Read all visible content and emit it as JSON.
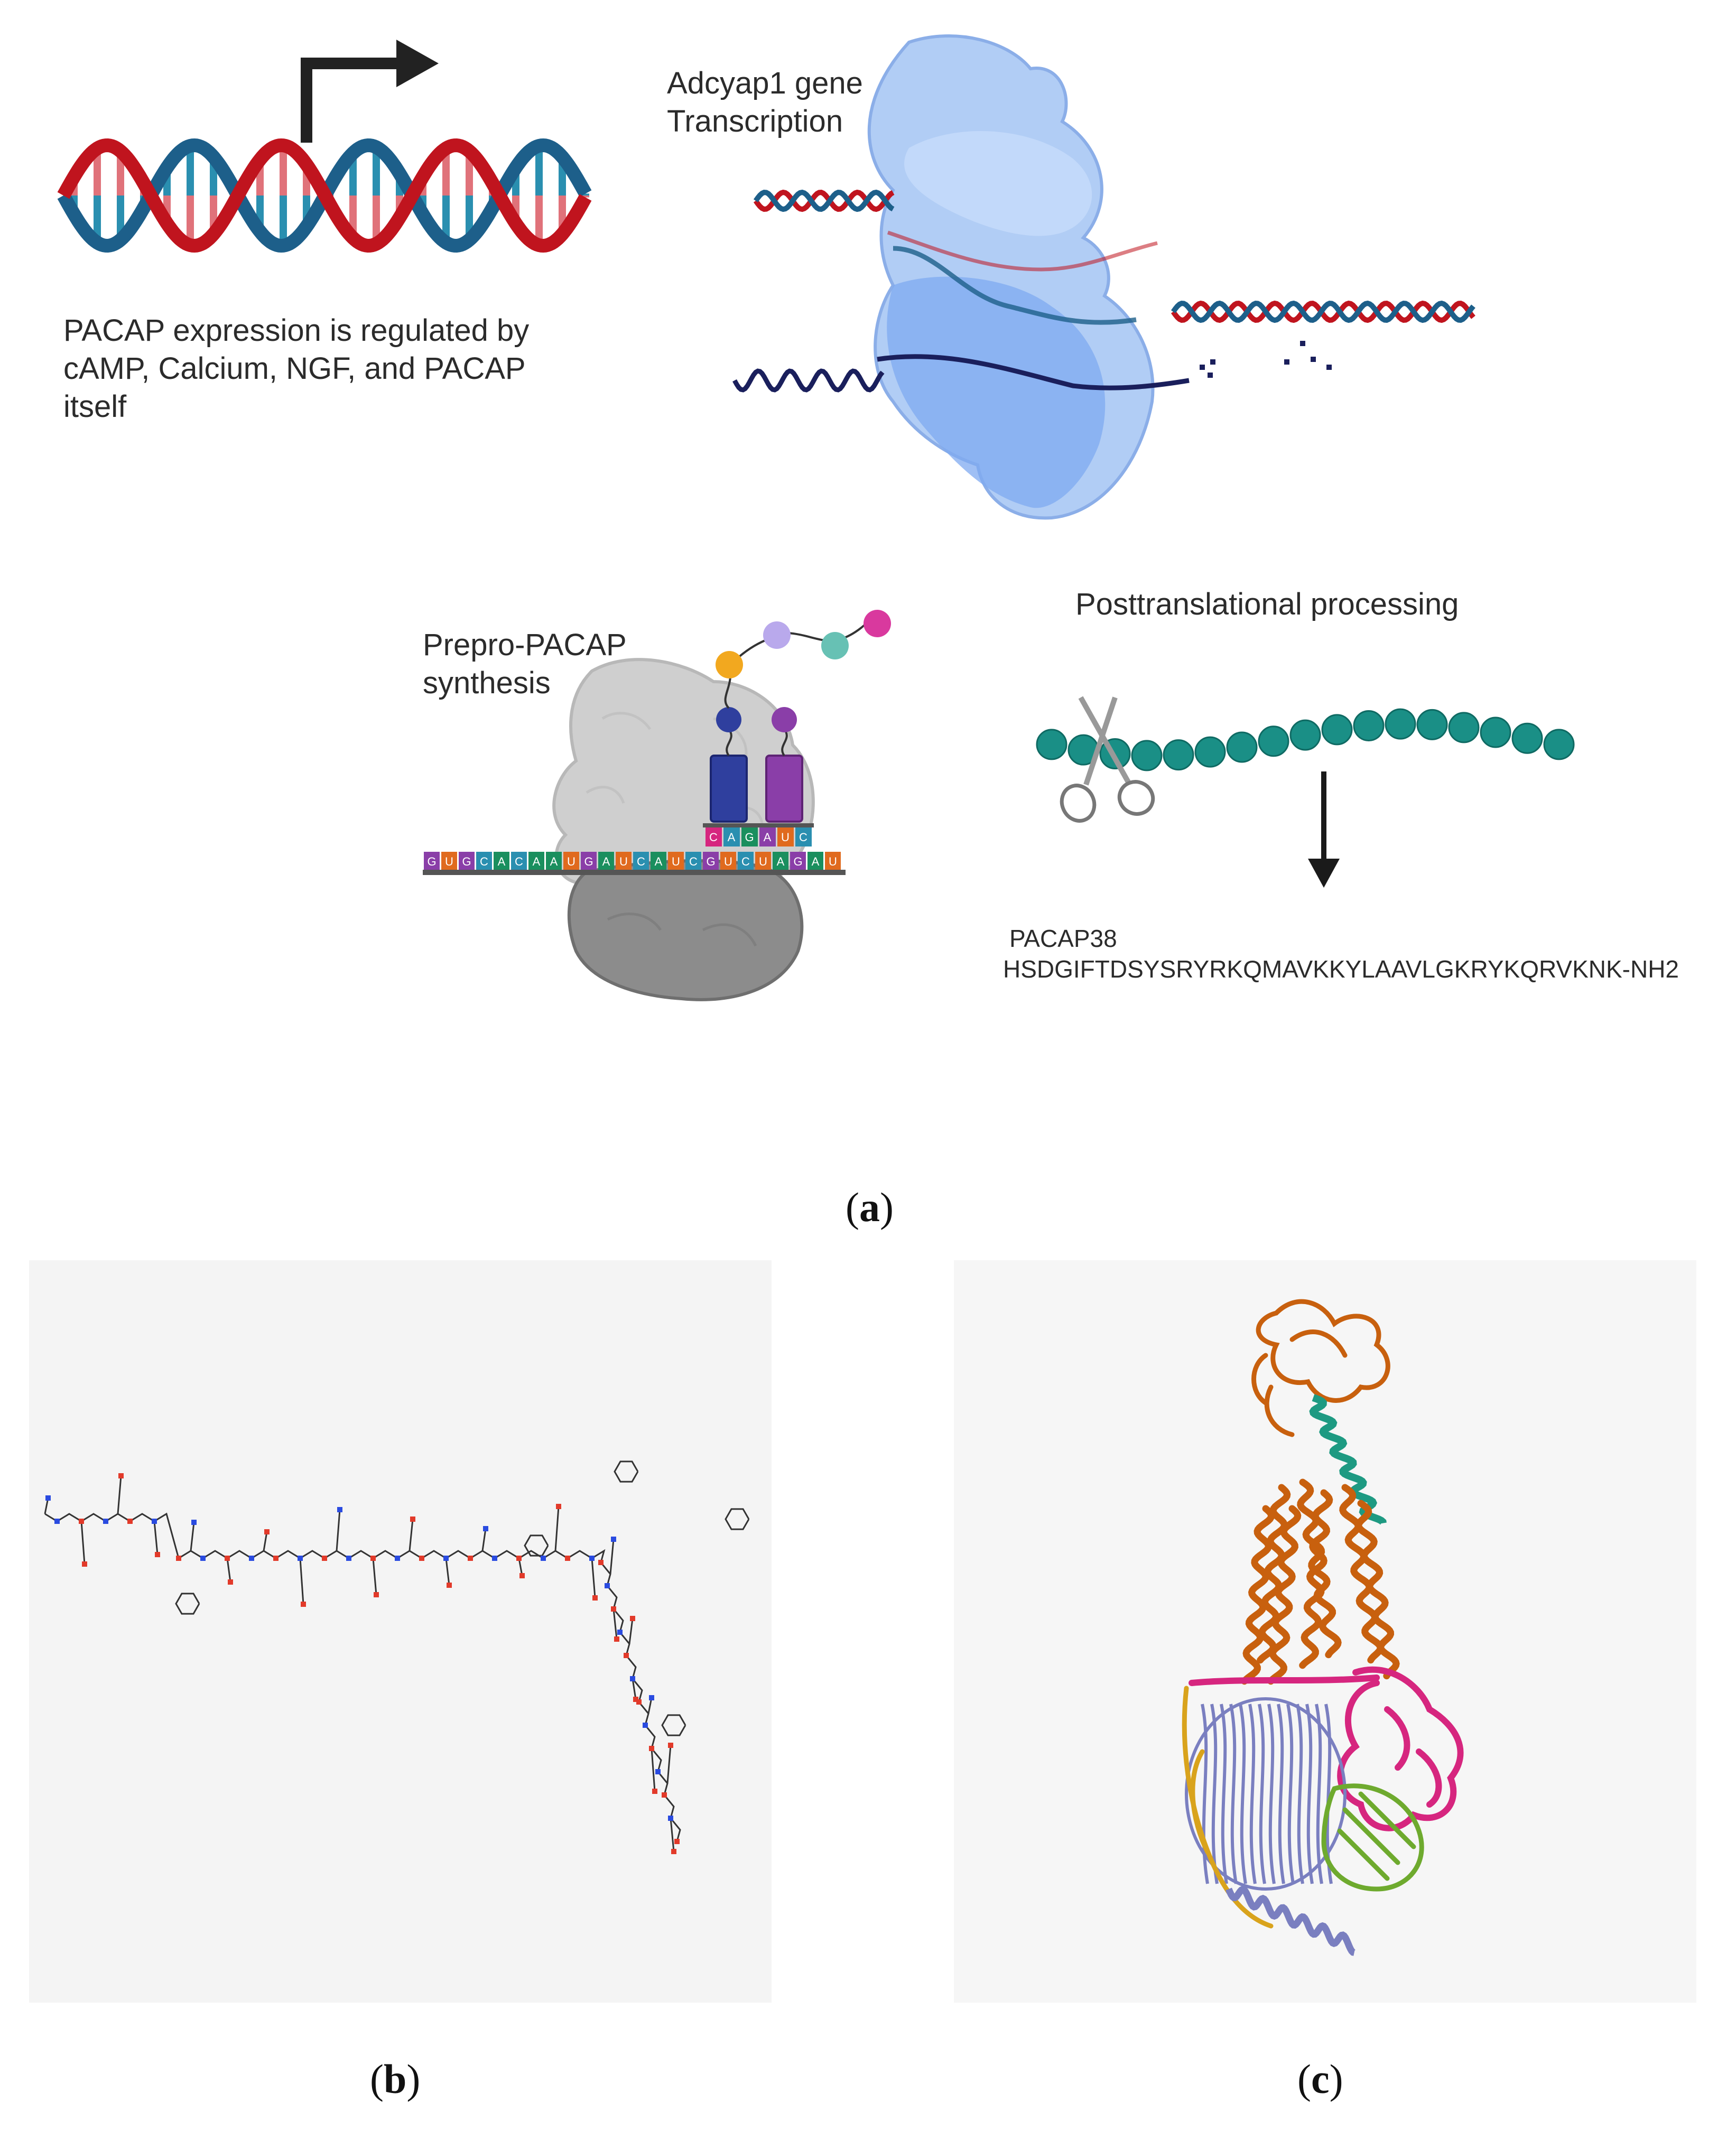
{
  "panel_a": {
    "letter": "a",
    "dna_caption": "PACAP expression is regulated by cAMP, Calcium, NGF, and PACAP itself",
    "transcription_label_line1": "Adcyap1 gene",
    "transcription_label_line2": "Transcription",
    "synthesis_label_line1": "Prepro-PACAP",
    "synthesis_label_line2": "synthesis",
    "processing_label": "Posttranslational processing",
    "peptide_name": "PACAP38",
    "peptide_sequence": "HSDGIFTDSYSRYRKQMAVKKYLAAVLGKRYKQRVKNK-NH2",
    "mrna_bases": [
      "G",
      "U",
      "G",
      "C",
      "A",
      "C",
      "A",
      "A",
      "U",
      "G",
      "A",
      "U",
      "C",
      "A",
      "U",
      "C",
      "G",
      "U",
      "C",
      "U",
      "A",
      "G",
      "A",
      "U"
    ],
    "trna_bases": [
      "C",
      "A",
      "G",
      "A",
      "U",
      "C"
    ],
    "colors": {
      "dna_red": "#c0141e",
      "dna_blue": "#1d5f8a",
      "polymerase": "#8fb5ef",
      "ribosome": "#9a9a9a",
      "peptide_bead": "#1a8f86",
      "trna_blue": "#2f3f9e",
      "trna_purple": "#8a3ea8"
    }
  },
  "panel_b": {
    "letter": "b"
  },
  "panel_c": {
    "letter": "c",
    "colors": {
      "receptor": "#c8600e",
      "ligand": "#1e9a82",
      "g_alpha": "#d6267f",
      "g_beta": "#7a7fc0",
      "g_gamma": "#d9a31c",
      "nanobody": "#6eaa2e"
    }
  }
}
